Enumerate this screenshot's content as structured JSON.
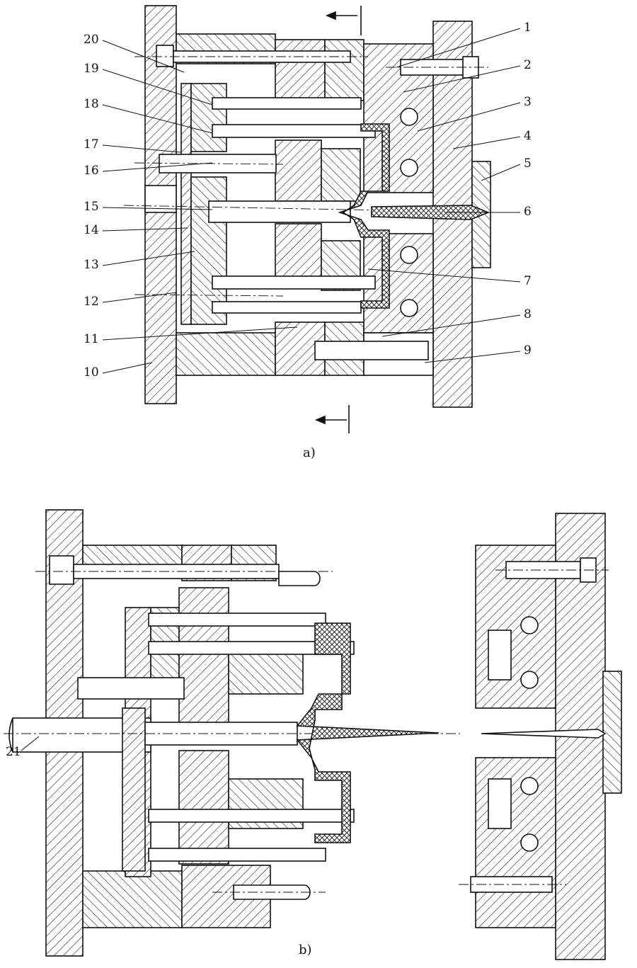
{
  "figure_a": {
    "caption": "a)",
    "part_numbers": [
      "1",
      "2",
      "3",
      "4",
      "5",
      "6",
      "7",
      "8",
      "9",
      "10",
      "11",
      "12",
      "13",
      "14",
      "15",
      "16",
      "17",
      "18",
      "19",
      "20"
    ]
  },
  "figure_b": {
    "caption": "b)",
    "part_numbers": [
      "21"
    ]
  },
  "colors": {
    "ink": "#111111",
    "paper": "#ffffff"
  }
}
